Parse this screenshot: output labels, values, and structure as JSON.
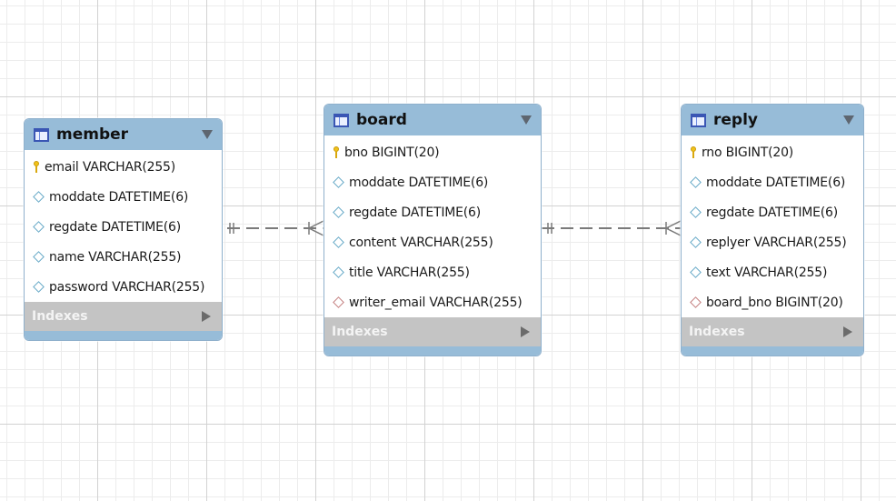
{
  "diagram": {
    "entities": [
      {
        "id": "member",
        "title": "member",
        "columns": [
          {
            "text": "email VARCHAR(255)",
            "icon": "primary-key-icon"
          },
          {
            "text": "moddate DATETIME(6)",
            "icon": "column-icon"
          },
          {
            "text": "regdate DATETIME(6)",
            "icon": "column-icon"
          },
          {
            "text": "name VARCHAR(255)",
            "icon": "column-icon"
          },
          {
            "text": "password VARCHAR(255)",
            "icon": "column-icon"
          }
        ],
        "indexes_label": "Indexes"
      },
      {
        "id": "board",
        "title": "board",
        "columns": [
          {
            "text": "bno BIGINT(20)",
            "icon": "primary-key-icon"
          },
          {
            "text": "moddate DATETIME(6)",
            "icon": "column-icon"
          },
          {
            "text": "regdate DATETIME(6)",
            "icon": "column-icon"
          },
          {
            "text": "content VARCHAR(255)",
            "icon": "column-icon"
          },
          {
            "text": "title VARCHAR(255)",
            "icon": "column-icon"
          },
          {
            "text": "writer_email VARCHAR(255)",
            "icon": "foreign-key-icon"
          }
        ],
        "indexes_label": "Indexes"
      },
      {
        "id": "reply",
        "title": "reply",
        "columns": [
          {
            "text": "rno BIGINT(20)",
            "icon": "primary-key-icon"
          },
          {
            "text": "moddate DATETIME(6)",
            "icon": "column-icon"
          },
          {
            "text": "regdate DATETIME(6)",
            "icon": "column-icon"
          },
          {
            "text": "replyer VARCHAR(255)",
            "icon": "column-icon"
          },
          {
            "text": "text VARCHAR(255)",
            "icon": "column-icon"
          },
          {
            "text": "board_bno BIGINT(20)",
            "icon": "foreign-key-icon"
          }
        ],
        "indexes_label": "Indexes"
      }
    ],
    "relationships": [
      {
        "from": "member",
        "to": "board",
        "from_cardinality": "one",
        "to_cardinality": "many",
        "style": "dashed"
      },
      {
        "from": "board",
        "to": "reply",
        "from_cardinality": "one",
        "to_cardinality": "many",
        "style": "dashed"
      }
    ],
    "colors": {
      "header": "#97bcd8",
      "indexes_bar": "#c4c4c4",
      "primary_key": "#f1c21b",
      "column_diamond": "#67a9c7",
      "foreign_key_diamond": "#c47f7f",
      "relationship_line": "#808080"
    }
  }
}
